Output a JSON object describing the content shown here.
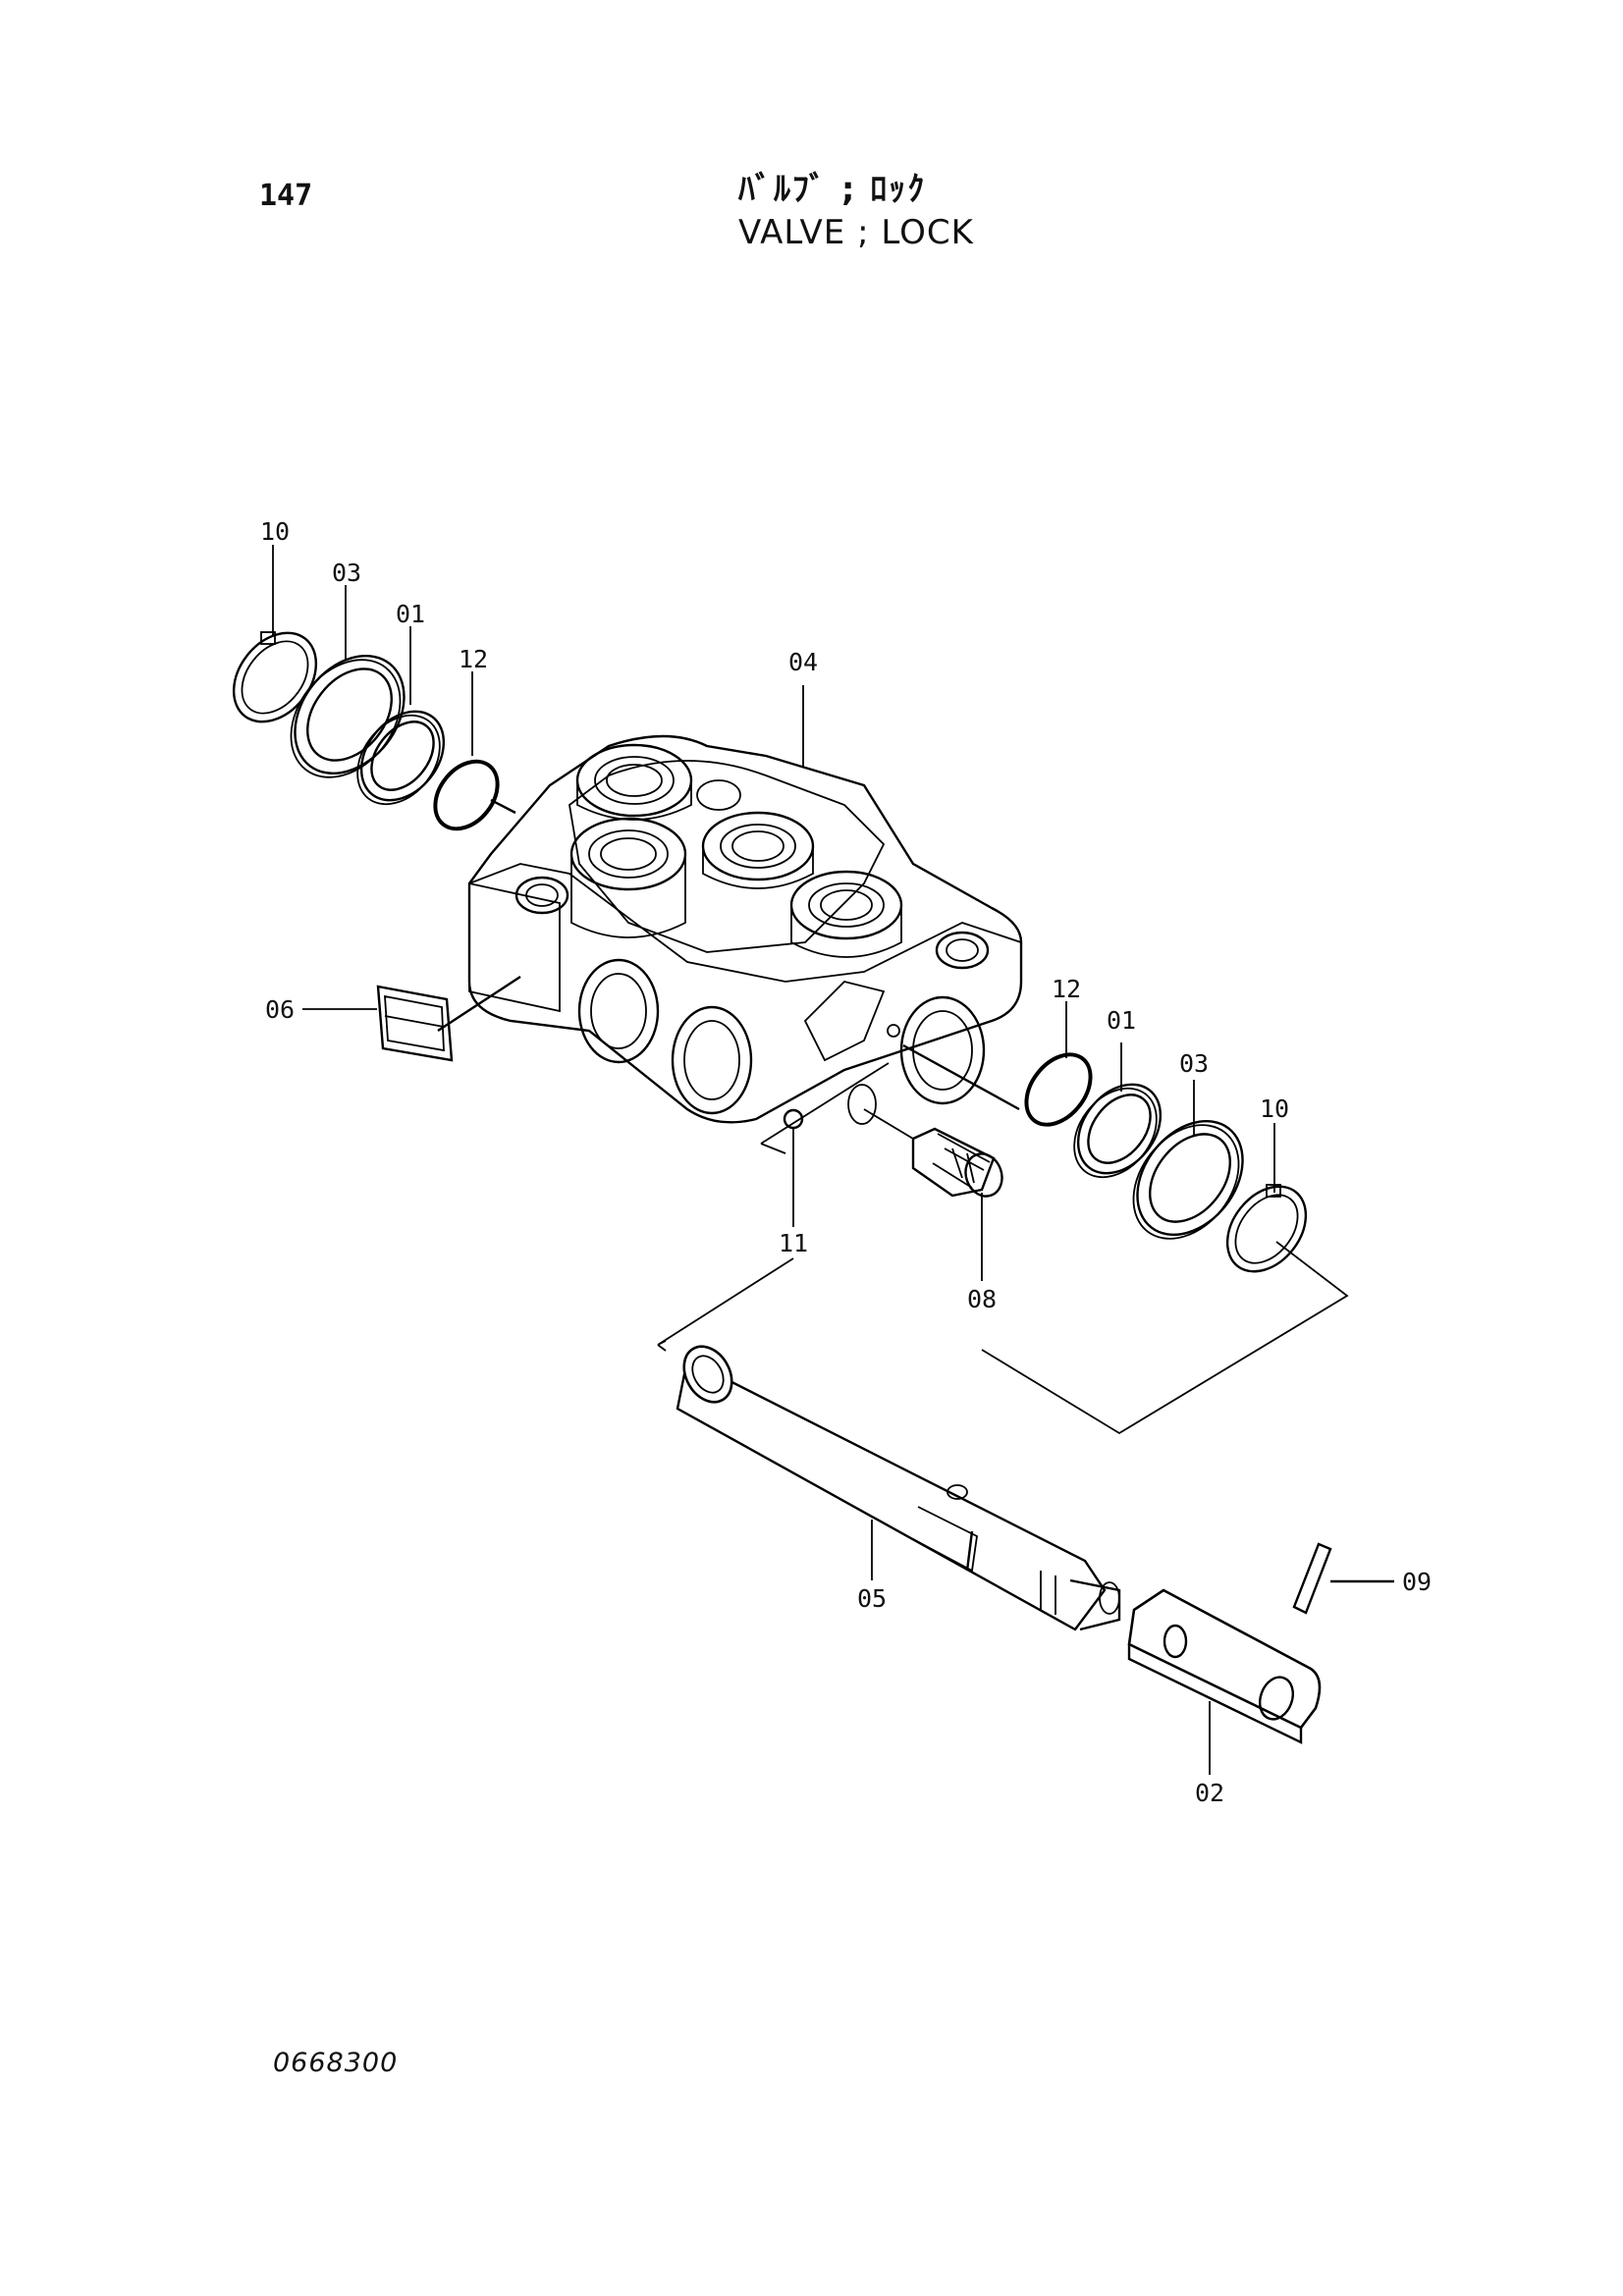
{
  "header": {
    "page_number": "147",
    "title_jp": "ﾊﾞﾙﾌﾞ ; ﾛｯｸ",
    "title_en": "VALVE ; LOCK"
  },
  "footer": {
    "drawing_code": "0668300"
  },
  "callouts": {
    "c10a": "10",
    "c03a": "03",
    "c01a": "01",
    "c12a": "12",
    "c04": "04",
    "c06": "06",
    "c12b": "12",
    "c01b": "01",
    "c03b": "03",
    "c10b": "10",
    "c11": "11",
    "c08": "08",
    "c05": "05",
    "c09": "09",
    "c02": "02"
  }
}
